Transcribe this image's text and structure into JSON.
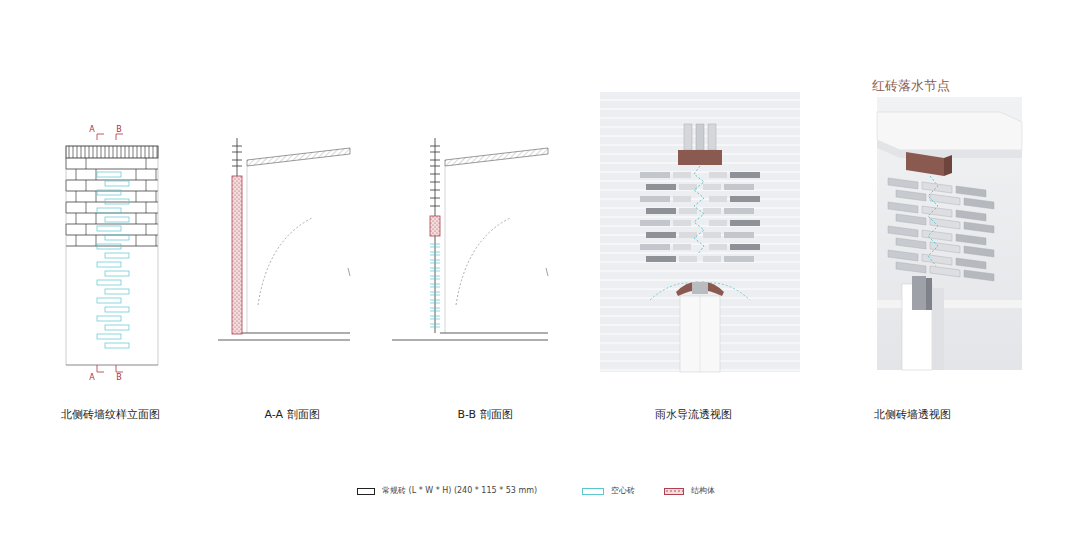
{
  "diagram": {
    "labels": [
      "A",
      "B",
      "A",
      "B",
      "北侧砖墙纹样立面图",
      "A-A 剖面图",
      "B-B 剖面图",
      "雨水导流透视图",
      "北侧砖墙透视图",
      "红砖落水节点"
    ],
    "legend": [
      {
        "text": "常规砖 (L * W * H) (240 * 115 * 53 mm)"
      },
      {
        "text": "空心砖"
      },
      {
        "text": "结构体"
      }
    ]
  }
}
